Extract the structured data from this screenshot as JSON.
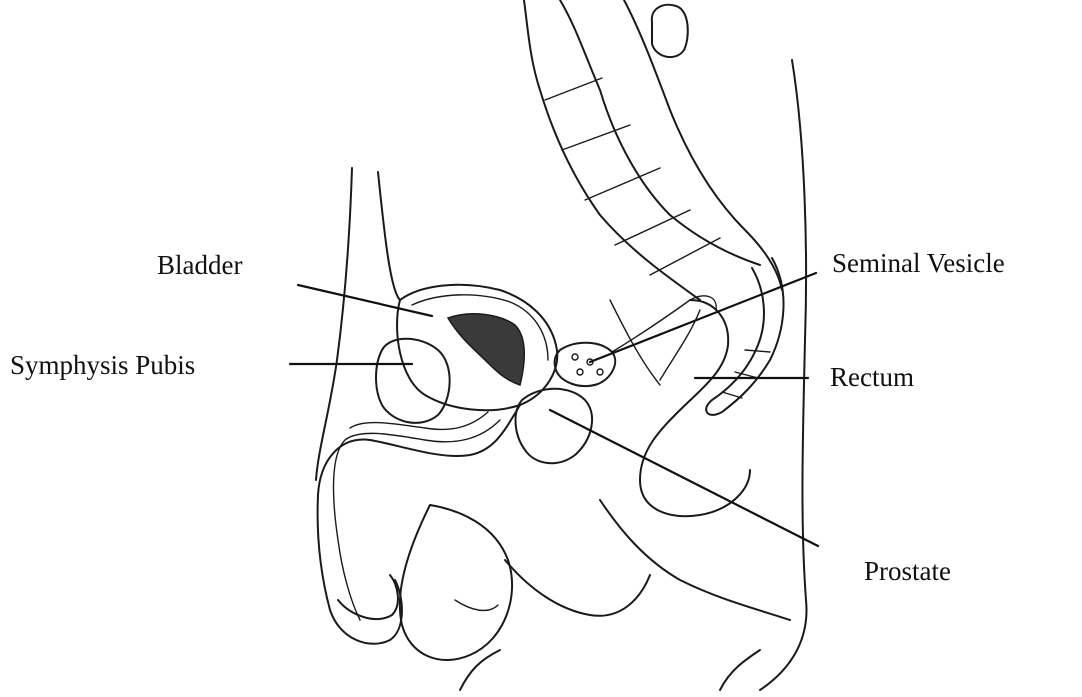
{
  "labels": {
    "bladder": "Bladder",
    "symphysis_pubis": "Symphysis Pubis",
    "seminal_vesicle": "Seminal Vesicle",
    "rectum": "Rectum",
    "prostate": "Prostate"
  },
  "colors": {
    "line": "#1a1a1a",
    "fill_dark": "#3a3a3a",
    "background": "#ffffff"
  }
}
